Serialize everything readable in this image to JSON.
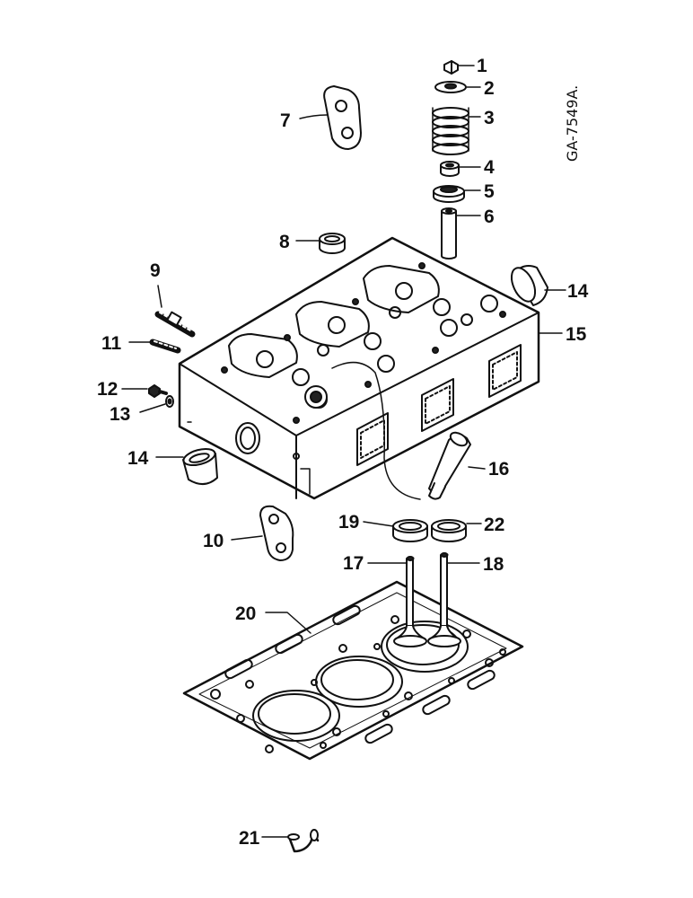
{
  "drawing_code": "GA-7549A.",
  "callouts": {
    "c1": "1",
    "c2": "2",
    "c3": "3",
    "c4": "4",
    "c5": "5",
    "c6": "6",
    "c7": "7",
    "c8": "8",
    "c9": "9",
    "c10": "10",
    "c11": "11",
    "c12": "12",
    "c13": "13",
    "c14a": "14",
    "c14b": "14",
    "c15": "15",
    "c16": "16",
    "c17": "17",
    "c18": "18",
    "c19": "19",
    "c20": "20",
    "c21": "21",
    "c22": "22"
  },
  "parts": [
    {
      "id": "1",
      "icon": "valve-cap-icon"
    },
    {
      "id": "2",
      "icon": "spring-retainer-icon"
    },
    {
      "id": "3",
      "icon": "valve-spring-icon"
    },
    {
      "id": "4",
      "icon": "valve-seal-icon"
    },
    {
      "id": "5",
      "icon": "spring-seat-icon"
    },
    {
      "id": "6",
      "icon": "valve-guide-icon"
    },
    {
      "id": "7",
      "icon": "lifting-plate-icon"
    },
    {
      "id": "8",
      "icon": "sleeve-icon"
    },
    {
      "id": "9",
      "icon": "stud-icon"
    },
    {
      "id": "10",
      "icon": "lifting-plate-icon"
    },
    {
      "id": "11",
      "icon": "stud-icon"
    },
    {
      "id": "12",
      "icon": "screw-icon"
    },
    {
      "id": "13",
      "icon": "washer-icon"
    },
    {
      "id": "14",
      "icon": "expansion-plug-icon"
    },
    {
      "id": "15",
      "icon": "cylinder-head-icon"
    },
    {
      "id": "16",
      "icon": "nozzle-sleeve-icon"
    },
    {
      "id": "17",
      "icon": "intake-valve-icon"
    },
    {
      "id": "18",
      "icon": "exhaust-valve-icon"
    },
    {
      "id": "19",
      "icon": "valve-seat-insert-icon"
    },
    {
      "id": "20",
      "icon": "head-gasket-icon"
    },
    {
      "id": "21",
      "icon": "elbow-fitting-icon"
    },
    {
      "id": "22",
      "icon": "valve-seat-insert-icon"
    }
  ]
}
